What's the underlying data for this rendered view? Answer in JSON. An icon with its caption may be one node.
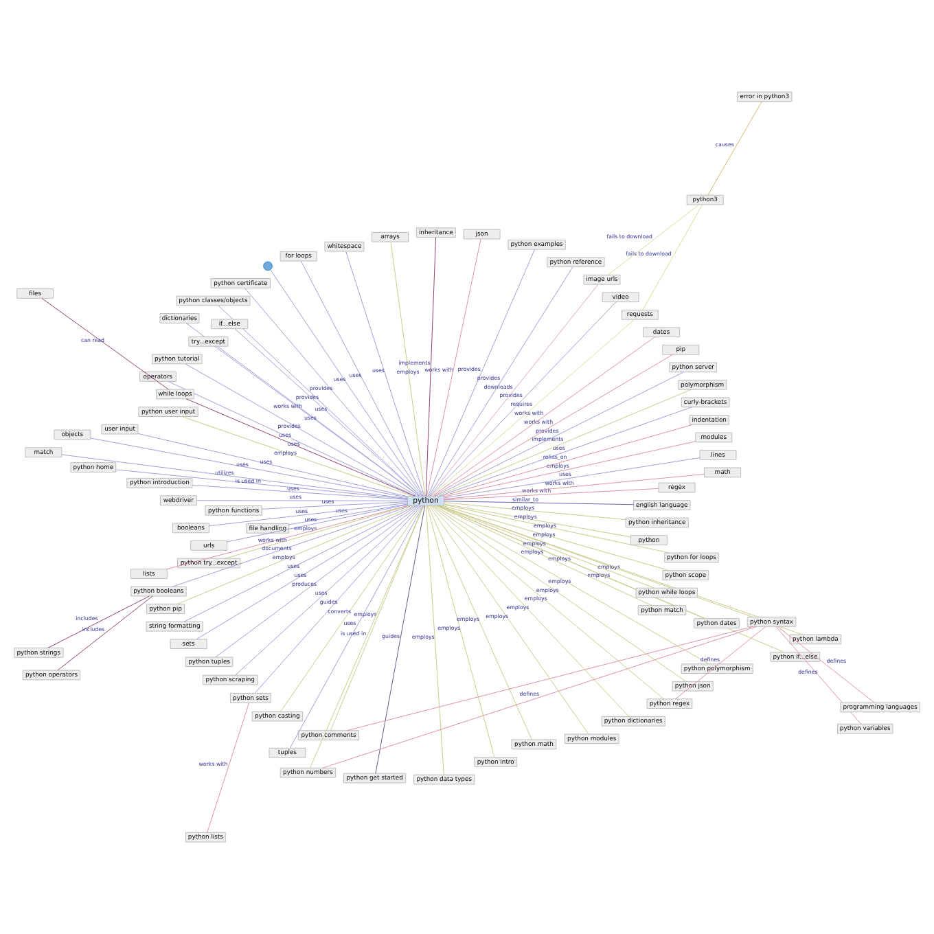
{
  "diagram": {
    "nodes": [
      {
        "text": [
          "python"
        ]
      },
      {
        "text": [
          "error in python3"
        ]
      },
      {
        "text": [
          "python3"
        ]
      },
      {
        "text": [
          "english language"
        ]
      },
      {
        "text": [
          "regex"
        ]
      },
      {
        "text": [
          "math"
        ]
      },
      {
        "text": [
          "lines"
        ]
      },
      {
        "text": [
          "modules"
        ]
      },
      {
        "text": [
          "indentation"
        ]
      },
      {
        "text": [
          "curly-brackets"
        ]
      },
      {
        "text": [
          "polymorphism"
        ]
      },
      {
        "text": [
          "python server"
        ]
      },
      {
        "text": [
          "pip"
        ]
      },
      {
        "text": [
          "dates"
        ]
      },
      {
        "text": [
          "requests"
        ]
      },
      {
        "text": [
          "video"
        ]
      },
      {
        "text": [
          "image urls"
        ]
      },
      {
        "text": [
          "python reference"
        ]
      },
      {
        "text": [
          "python examples"
        ]
      },
      {
        "text": [
          "json"
        ]
      },
      {
        "text": [
          "inheritance"
        ]
      },
      {
        "text": [
          "arrays"
        ]
      },
      {
        "text": [
          "whitespace"
        ]
      },
      {
        "text": [
          "for loops"
        ]
      },
      {
        "text": [],
        "shape": "circle"
      },
      {
        "text": [
          "python certificate"
        ]
      },
      {
        "text": [
          "python classes/objects"
        ]
      },
      {
        "text": [
          "dictionaries"
        ]
      },
      {
        "text": [
          "if...else"
        ]
      },
      {
        "text": [
          "files"
        ]
      },
      {
        "text": [
          "try...except"
        ]
      },
      {
        "text": [
          "python tutorial"
        ]
      },
      {
        "text": [
          "operators"
        ]
      },
      {
        "text": [
          "while loops"
        ]
      },
      {
        "text": [
          "python user input"
        ]
      },
      {
        "text": [
          "user input"
        ]
      },
      {
        "text": [
          "objects"
        ]
      },
      {
        "text": [
          "match"
        ]
      },
      {
        "text": [
          "python strings"
        ]
      },
      {
        "text": [
          "python home"
        ]
      },
      {
        "text": [
          "python introduction"
        ]
      },
      {
        "text": [
          "webdriver"
        ]
      },
      {
        "text": [
          "python functions"
        ]
      },
      {
        "text": [
          "file handling"
        ]
      },
      {
        "text": [
          "booleans"
        ]
      },
      {
        "text": [
          "urls"
        ]
      },
      {
        "text": [
          "python try...except"
        ]
      },
      {
        "text": [
          "lists"
        ]
      },
      {
        "text": [
          "python booleans"
        ]
      },
      {
        "text": [
          "python pip"
        ]
      },
      {
        "text": [
          "string formatting"
        ]
      },
      {
        "text": [
          "sets"
        ]
      },
      {
        "text": [
          "python tuples"
        ]
      },
      {
        "text": [
          "python scraping"
        ]
      },
      {
        "text": [
          "python sets"
        ]
      },
      {
        "text": [
          "python operators"
        ]
      },
      {
        "text": [
          "python casting"
        ]
      },
      {
        "text": [
          "python comments"
        ]
      },
      {
        "text": [
          "tuples"
        ]
      },
      {
        "text": [
          "python numbers"
        ]
      },
      {
        "text": [
          "python get started"
        ]
      },
      {
        "text": [
          "python data types"
        ]
      },
      {
        "text": [
          "python intro"
        ]
      },
      {
        "text": [
          "python math"
        ]
      },
      {
        "text": [
          "python modules"
        ]
      },
      {
        "text": [
          "python lists"
        ]
      },
      {
        "text": [
          "python dictionaries"
        ]
      },
      {
        "text": [
          "python regex"
        ]
      },
      {
        "text": [
          "python json"
        ]
      },
      {
        "text": [
          "python polymorphism"
        ]
      },
      {
        "text": [
          "python if...else"
        ]
      },
      {
        "text": [
          "python lambda"
        ]
      },
      {
        "text": [
          "python syntax"
        ]
      },
      {
        "text": [
          "python variables"
        ]
      },
      {
        "text": [
          "python dates"
        ]
      },
      {
        "text": [
          "python match"
        ]
      },
      {
        "text": [
          "python while loops"
        ]
      },
      {
        "text": [
          "python scope"
        ]
      },
      {
        "text": [
          "python for loops"
        ]
      },
      {
        "text": [
          "python"
        ]
      },
      {
        "text": [
          "python inheritance"
        ]
      },
      {
        "text": [
          "programming languages"
        ]
      }
    ],
    "edges": [
      {
        "from": 2,
        "to": 1,
        "arrow": "none",
        "label": "causes",
        "color": "#d4b86a"
      },
      {
        "from": 14,
        "to": 2,
        "arrow": "none",
        "label": "fails to download",
        "color": "#dcd89a"
      },
      {
        "from": 16,
        "to": 2,
        "arrow": "none",
        "label": "fails to download",
        "color": "#dcd89a"
      },
      {
        "from": 0,
        "to": 3,
        "arrow": "none",
        "label": "similar_to",
        "color": "#5f5fb0"
      },
      {
        "from": 0,
        "to": 4,
        "arrow": "none",
        "label": "works with",
        "color": "#d9919f"
      },
      {
        "from": 0,
        "to": 5,
        "arrow": "none",
        "label": "works with",
        "color": "#d9919f"
      },
      {
        "from": 0,
        "to": 6,
        "arrow": "none",
        "label": "uses"
      },
      {
        "from": 0,
        "to": 7,
        "arrow": "none",
        "label": "employs",
        "color": "#d9919f"
      },
      {
        "from": 0,
        "to": 8,
        "arrow": "none",
        "label": "relies_on",
        "color": "#d9919f"
      },
      {
        "from": 0,
        "to": 9,
        "arrow": "none",
        "label": "uses"
      },
      {
        "from": 0,
        "to": 10,
        "arrow": "none",
        "label": "implements",
        "color": "#c9c98a"
      },
      {
        "from": 0,
        "to": 11,
        "arrow": "none",
        "label": "provides"
      },
      {
        "from": 0,
        "to": 12,
        "arrow": "none",
        "label": "works with",
        "color": "#d9919f"
      },
      {
        "from": 0,
        "to": 13,
        "arrow": "none",
        "label": "works with",
        "color": "#d9919f"
      },
      {
        "from": 0,
        "to": 14,
        "arrow": "none",
        "label": "requires",
        "color": "#dcd89a"
      },
      {
        "from": 0,
        "to": 15,
        "arrow": "none",
        "label": "provides"
      },
      {
        "from": 0,
        "to": 16,
        "arrow": "none",
        "label": "downloads",
        "color": "#d9a0c8"
      },
      {
        "from": 0,
        "to": 17,
        "arrow": "none",
        "label": "provides"
      },
      {
        "from": 0,
        "to": 18,
        "arrow": "none",
        "label": "provides"
      },
      {
        "from": 0,
        "to": 19,
        "arrow": "none",
        "label": "works with",
        "color": "#d9919f"
      },
      {
        "from": 0,
        "to": 20,
        "arrow": "none",
        "label": "implements",
        "color": "#8a3f6e"
      },
      {
        "from": 0,
        "to": 21,
        "arrow": "none",
        "label": "employs",
        "color": "#c9c98a"
      },
      {
        "from": 0,
        "to": 22,
        "arrow": "none",
        "label": "uses"
      },
      {
        "from": 0,
        "to": 23,
        "arrow": "none",
        "label": "uses"
      },
      {
        "from": 0,
        "to": 24,
        "arrow": "none",
        "label": "uses"
      },
      {
        "from": 0,
        "to": 25,
        "arrow": "none",
        "label": "provides"
      },
      {
        "from": 0,
        "to": 26,
        "arrow": "none",
        "label": "provides"
      },
      {
        "from": 0,
        "to": 27,
        "arrow": "none",
        "label": "works with"
      },
      {
        "from": 0,
        "to": 28,
        "arrow": "none",
        "label": "uses"
      },
      {
        "from": 33,
        "to": 29,
        "arrow": "none",
        "label": "can read",
        "color": "#8a3f6e"
      },
      {
        "from": 0,
        "to": 30,
        "arrow": "none",
        "label": "uses"
      },
      {
        "from": 0,
        "to": 31,
        "arrow": "none",
        "label": "provides"
      },
      {
        "from": 0,
        "to": 32,
        "arrow": "none",
        "label": "uses"
      },
      {
        "from": 0,
        "to": 33,
        "arrow": "none",
        "label": "uses",
        "color": "#8a3f6e"
      },
      {
        "from": 0,
        "to": 34,
        "arrow": "none",
        "label": "employs",
        "color": "#c9c98a"
      },
      {
        "from": 0,
        "to": 35,
        "arrow": "none",
        "label": "uses"
      },
      {
        "from": 0,
        "to": 36,
        "arrow": "none",
        "label": "uses"
      },
      {
        "from": 0,
        "to": 37,
        "arrow": "none",
        "label": "utilizes"
      },
      {
        "from": 0,
        "to": 39,
        "arrow": "none",
        "label": "is used in"
      },
      {
        "from": 0,
        "to": 40,
        "arrow": "none",
        "label": "uses"
      },
      {
        "from": 0,
        "to": 41,
        "arrow": "none",
        "label": "uses"
      },
      {
        "from": 0,
        "to": 42,
        "arrow": "none",
        "label": "uses"
      },
      {
        "from": 0,
        "to": 43,
        "arrow": "none",
        "label": "uses"
      },
      {
        "from": 0,
        "to": 44,
        "arrow": "none",
        "label": "uses"
      },
      {
        "from": 0,
        "to": 45,
        "arrow": "none",
        "label": "uses"
      },
      {
        "from": 0,
        "to": 46,
        "arrow": "none",
        "label": "employs",
        "color": "#c9c98a"
      },
      {
        "from": 0,
        "to": 47,
        "arrow": "none",
        "label": "works with",
        "color": "#d9919f"
      },
      {
        "from": 0,
        "to": 48,
        "arrow": "none",
        "label": "documents"
      },
      {
        "from": 0,
        "to": 49,
        "arrow": "none",
        "label": "employs",
        "color": "#c9c98a"
      },
      {
        "from": 48,
        "to": 38,
        "arrow": "none",
        "label": "includes",
        "color": "#8a3f6e"
      },
      {
        "from": 48,
        "to": 55,
        "arrow": "none",
        "label": "includes",
        "color": "#8a3f6e"
      },
      {
        "from": 0,
        "to": 50,
        "arrow": "none",
        "label": "uses"
      },
      {
        "from": 0,
        "to": 51,
        "arrow": "none",
        "label": "uses"
      },
      {
        "from": 0,
        "to": 52,
        "arrow": "none",
        "label": "produces"
      },
      {
        "from": 0,
        "to": 53,
        "arrow": "none",
        "label": "uses"
      },
      {
        "from": 0,
        "to": 54,
        "arrow": "none",
        "label": "guides"
      },
      {
        "from": 0,
        "to": 56,
        "arrow": "none",
        "label": "converts",
        "color": "#c9c98a"
      },
      {
        "from": 0,
        "to": 57,
        "arrow": "none",
        "label": "employs",
        "color": "#c9c98a"
      },
      {
        "from": 0,
        "to": 58,
        "arrow": "none",
        "label": "uses"
      },
      {
        "from": 0,
        "to": 59,
        "arrow": "none",
        "label": "is used in",
        "color": "#c9c98a"
      },
      {
        "from": 0,
        "to": 60,
        "arrow": "none",
        "label": "guides",
        "color": "#5a5a7a"
      },
      {
        "from": 0,
        "to": 61,
        "arrow": "none",
        "label": "employs",
        "color": "#c9c98a"
      },
      {
        "from": 0,
        "to": 62,
        "arrow": "none",
        "label": "employs",
        "color": "#c9c98a"
      },
      {
        "from": 0,
        "to": 63,
        "arrow": "none",
        "label": "employs",
        "color": "#c9c98a"
      },
      {
        "from": 0,
        "to": 64,
        "arrow": "none",
        "label": "employs",
        "color": "#c9c98a"
      },
      {
        "from": 54,
        "to": 65,
        "arrow": "none",
        "label": "works with",
        "color": "#d9919f"
      },
      {
        "from": 0,
        "to": 66,
        "arrow": "none",
        "label": "employs",
        "color": "#c9c98a"
      },
      {
        "from": 0,
        "to": 67,
        "arrow": "none",
        "label": "employs",
        "color": "#c9c98a"
      },
      {
        "from": 0,
        "to": 68,
        "arrow": "none",
        "label": "employs",
        "color": "#c9c98a"
      },
      {
        "from": 0,
        "to": 69,
        "arrow": "none",
        "label": "employs",
        "color": "#c9c98a"
      },
      {
        "from": 0,
        "to": 70,
        "arrow": "none",
        "label": "employs",
        "color": "#c9c98a"
      },
      {
        "from": 0,
        "to": 71,
        "arrow": "none",
        "label": "employs",
        "color": "#c9c98a"
      },
      {
        "from": 72,
        "to": 81,
        "arrow": "none",
        "label": "defines",
        "color": "#d9919f"
      },
      {
        "from": 72,
        "to": 73,
        "arrow": "none",
        "label": "defines",
        "color": "#d9919f"
      },
      {
        "from": 72,
        "to": 67,
        "arrow": "none",
        "label": "defines",
        "color": "#d9919f"
      },
      {
        "from": 72,
        "to": 59,
        "arrow": "none",
        "label": "defines",
        "color": "#d9919f"
      },
      {
        "from": 72,
        "to": 57,
        "arrow": "none",
        "color": "#d9919f"
      },
      {
        "from": 0,
        "to": 72,
        "arrow": "none",
        "color": "#c9c98a"
      },
      {
        "from": 0,
        "to": 74,
        "arrow": "none",
        "label": "employs",
        "color": "#c9c98a"
      },
      {
        "from": 0,
        "to": 75,
        "arrow": "none",
        "label": "employs",
        "color": "#c9c98a"
      },
      {
        "from": 0,
        "to": 76,
        "arrow": "none",
        "label": "employs",
        "color": "#c9c98a"
      },
      {
        "from": 0,
        "to": 77,
        "arrow": "none",
        "label": "employs",
        "color": "#c9c98a"
      },
      {
        "from": 0,
        "to": 78,
        "arrow": "none",
        "label": "employs",
        "color": "#c9c98a"
      },
      {
        "from": 0,
        "to": 79,
        "arrow": "none",
        "label": "employs",
        "color": "#c9c98a"
      },
      {
        "from": 0,
        "to": 80,
        "arrow": "none",
        "label": "employs",
        "color": "#c9c98a"
      }
    ]
  }
}
